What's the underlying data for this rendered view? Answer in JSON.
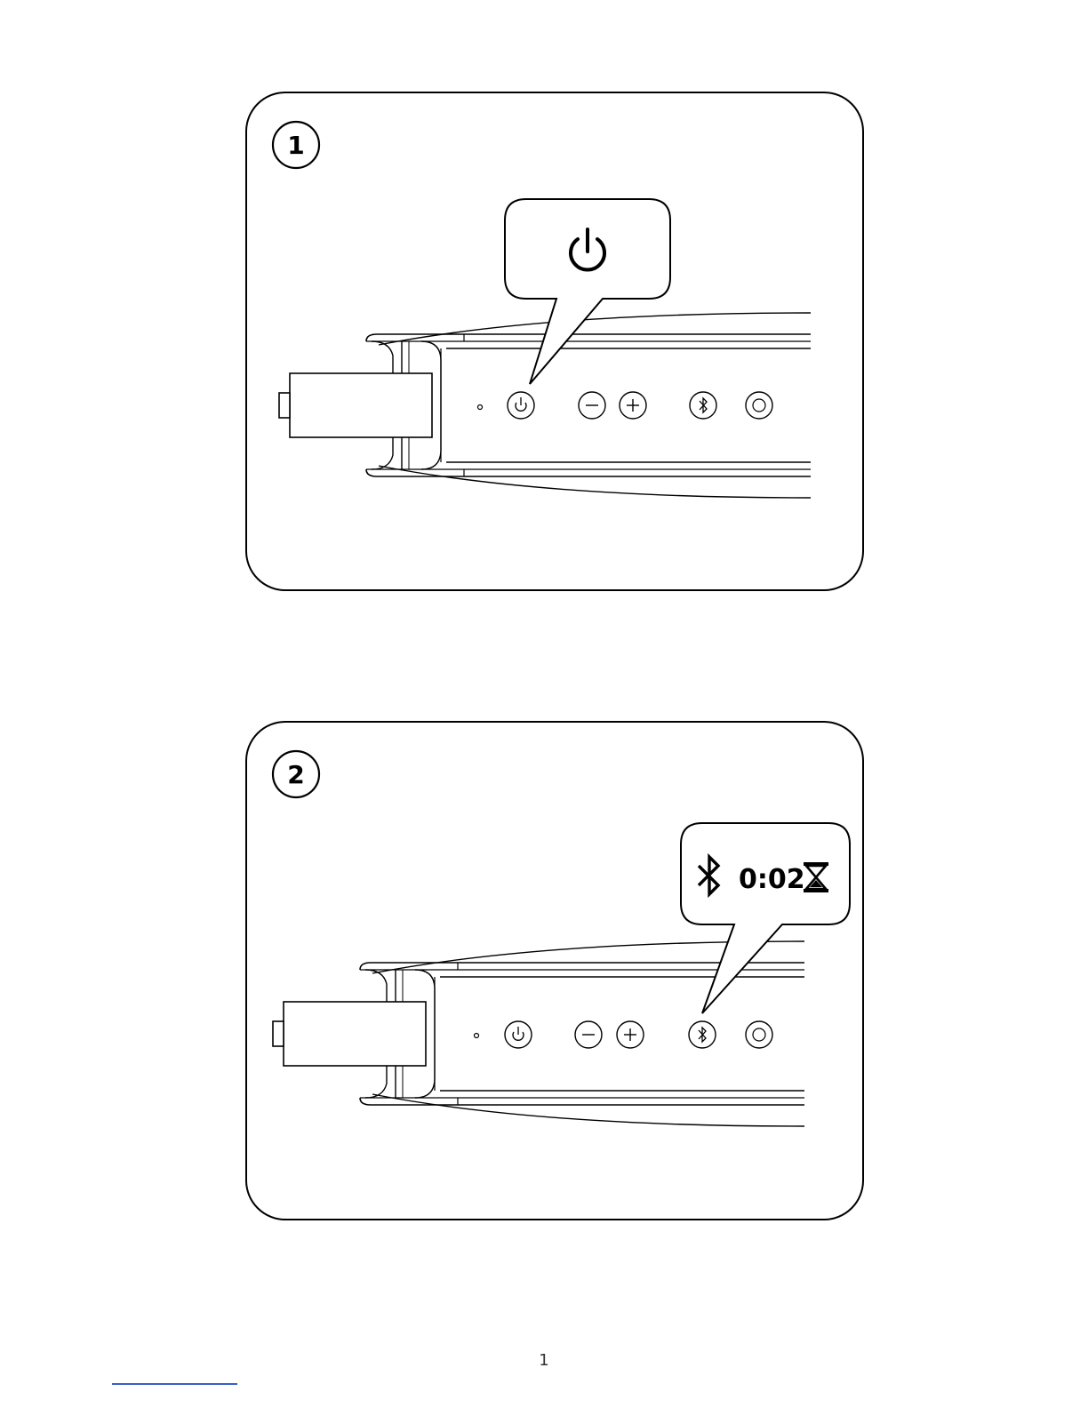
{
  "steps": [
    {
      "number": "1",
      "callout": {
        "icon": "power-icon",
        "text": ""
      },
      "highlighted_button": "power"
    },
    {
      "number": "2",
      "callout": {
        "icon": "bluetooth-icon",
        "text": "0:02",
        "trailing_icon": "hourglass-icon"
      },
      "highlighted_button": "bluetooth"
    }
  ],
  "device_buttons": [
    "led-dot",
    "power-icon",
    "minus-icon",
    "plus-icon",
    "bluetooth-icon",
    "circle-icon"
  ],
  "page_number": "1"
}
